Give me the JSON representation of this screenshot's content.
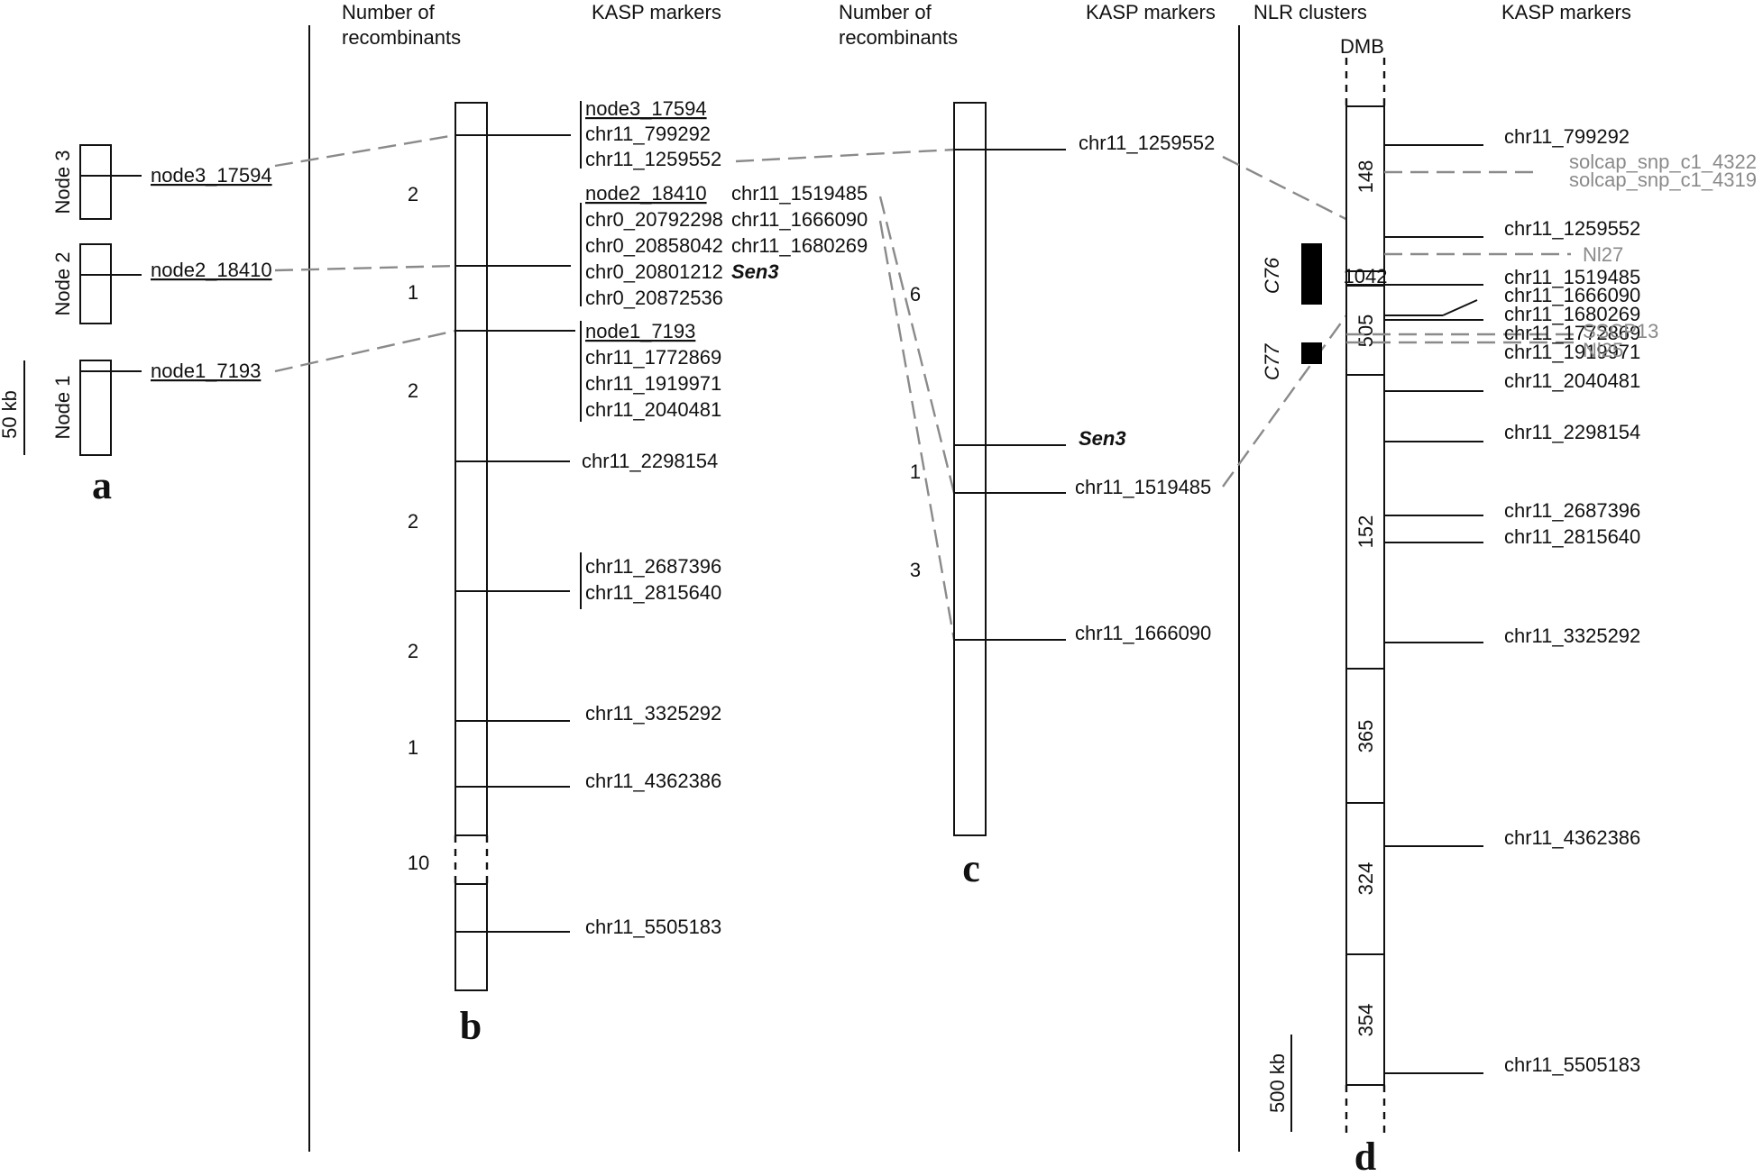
{
  "headers": {
    "b_recomb": [
      "Number of",
      "recombinants"
    ],
    "b_kasp": "KASP markers",
    "c_recomb": [
      "Number of",
      "recombinants"
    ],
    "c_kasp": "KASP markers",
    "d_nlr": "NLR clusters",
    "d_kasp": "KASP markers",
    "d_dmb": "DMB"
  },
  "panel_labels": {
    "a": "a",
    "b": "b",
    "c": "c",
    "d": "d"
  },
  "panel_a": {
    "nodes": [
      "Node 3",
      "Node 2",
      "Node 1"
    ],
    "markers": [
      "node3_17594",
      "node2_18410",
      "node1_7193"
    ],
    "scale": "50 kb"
  },
  "panel_b": {
    "markers_group1": [
      "node3_17594",
      "chr11_799292",
      "chr11_1259552"
    ],
    "markers_group2_col1": [
      "node2_18410",
      "chr0_20792298",
      "chr0_20858042",
      "chr0_20801212",
      "chr0_20872536"
    ],
    "markers_group2_col2": [
      "chr11_1519485",
      "chr11_1666090",
      "chr11_1680269"
    ],
    "sen3": "Sen3",
    "markers_group3": [
      "node1_7193",
      "chr11_1772869",
      "chr11_1919971",
      "chr11_2040481"
    ],
    "single_markers": [
      "chr11_2298154",
      "chr11_3325292",
      "chr11_4362386",
      "chr11_5505183"
    ],
    "markers_group4": [
      "chr11_2687396",
      "chr11_2815640"
    ],
    "recombinants": [
      "2",
      "1",
      "2",
      "2",
      "2",
      "1",
      "10"
    ]
  },
  "panel_c": {
    "markers": [
      "chr11_1259552",
      "Sen3",
      "chr11_1519485",
      "chr11_1666090"
    ],
    "recombinants": [
      "6",
      "1",
      "3"
    ]
  },
  "panel_d": {
    "segments": [
      "148",
      "1042",
      "505",
      "152",
      "365",
      "324",
      "354"
    ],
    "clusters": [
      "C76",
      "C77"
    ],
    "markers": [
      "chr11_799292",
      "chr11_1259552",
      "chr11_1519485",
      "chr11_1666090",
      "chr11_1680269",
      "chr11_1772869",
      "chr11_1919971",
      "chr11_2040481",
      "chr11_2298154",
      "chr11_2687396",
      "chr11_2815640",
      "chr11_3325292",
      "chr11_4362386",
      "chr11_5505183"
    ],
    "gray_markers": [
      "solcap_snp_c1_4322",
      "solcap_snp_c1_4319",
      "Nl27",
      "SSCP13",
      "Nl25"
    ],
    "scale": "500 kb"
  }
}
